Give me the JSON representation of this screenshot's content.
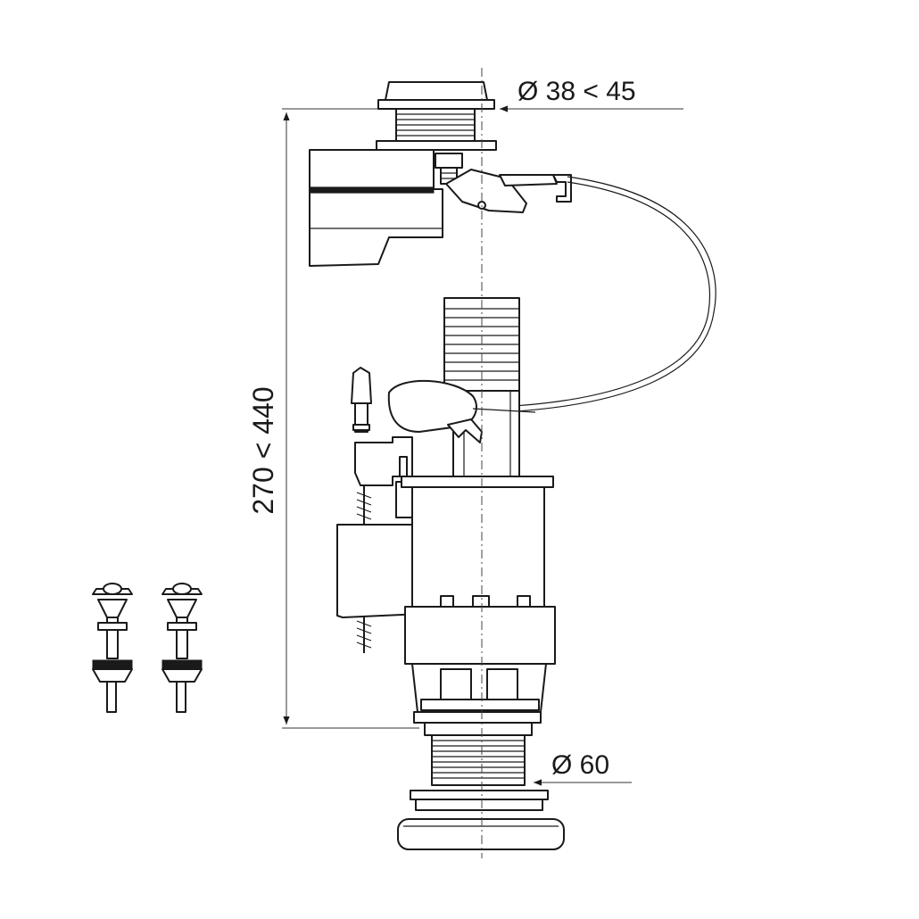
{
  "dimensions": {
    "top_diameter": "Ø 38 < 45",
    "height_range": "270 < 440",
    "bottom_diameter": "Ø 60"
  },
  "colors": {
    "line": "#1a1a1a",
    "background": "#ffffff"
  }
}
